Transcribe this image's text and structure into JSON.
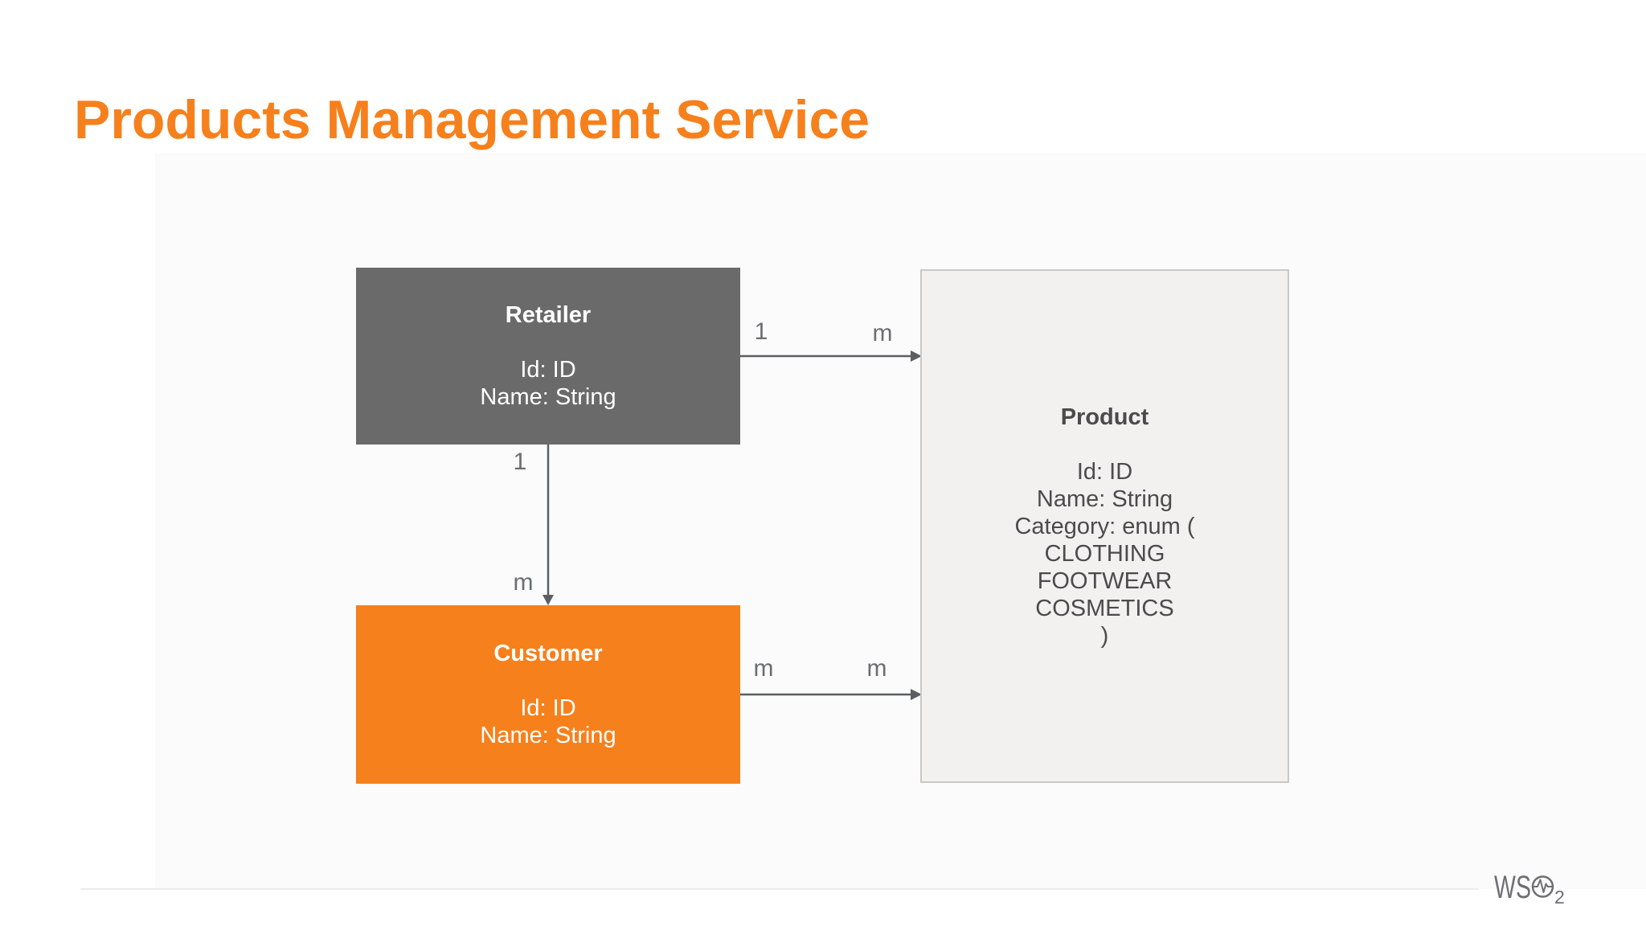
{
  "slide": {
    "title": "Products Management Service"
  },
  "colors": {
    "accent-orange": "#F6801C",
    "box-gray": "#6A6A6A",
    "product-fill": "#F2F1F0",
    "product-border": "#C9C8C8",
    "product-text": "#4B4B4D",
    "arrow": "#5B5E63",
    "label": "#6A6D72",
    "divider": "#ECECEC",
    "logo": "#6E6F72",
    "panel-tint": "#FBFBFB"
  },
  "diagram": {
    "entities": [
      {
        "id": "retailer",
        "name": "Retailer",
        "attributes": [
          "Id: ID",
          "Name: String"
        ]
      },
      {
        "id": "customer",
        "name": "Customer",
        "attributes": [
          "Id: ID",
          "Name: String"
        ]
      },
      {
        "id": "product",
        "name": "Product",
        "attributes": [
          "Id: ID",
          "Name: String",
          "Category: enum (",
          "CLOTHING",
          "FOOTWEAR",
          "COSMETICS",
          ")"
        ]
      }
    ],
    "relationships": [
      {
        "from": "Retailer",
        "to": "Product",
        "from_cardinality": "1",
        "to_cardinality": "m"
      },
      {
        "from": "Retailer",
        "to": "Customer",
        "from_cardinality": "1",
        "to_cardinality": "m"
      },
      {
        "from": "Customer",
        "to": "Product",
        "from_cardinality": "m",
        "to_cardinality": "m"
      }
    ]
  },
  "footer": {
    "logo_text_ws": "WS",
    "logo_text_sub": "2"
  }
}
